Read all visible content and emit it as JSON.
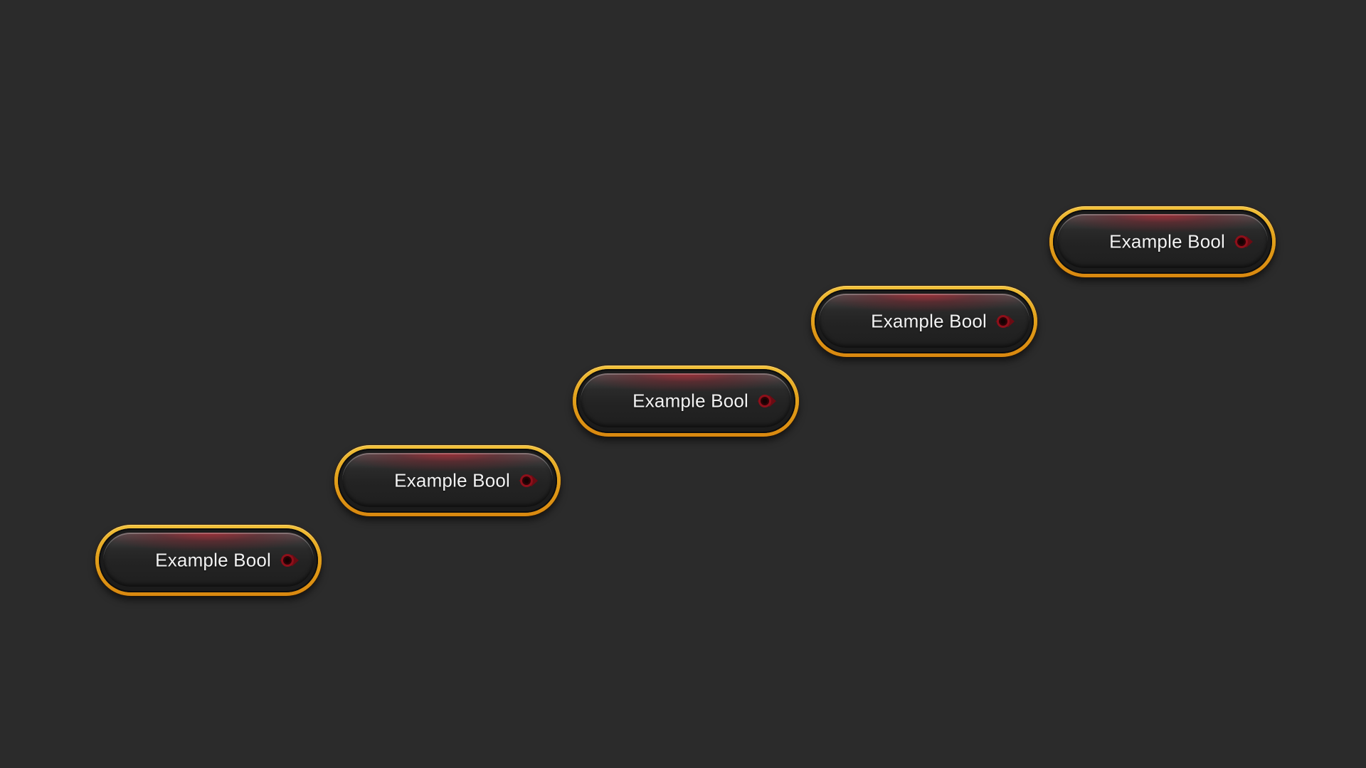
{
  "graph": {
    "background_color": "#2b2b2b",
    "nodes": [
      {
        "label": "Example Bool",
        "pin_color": "#9a0f1a",
        "pin_icon": "bool-output-pin-icon"
      },
      {
        "label": "Example Bool",
        "pin_color": "#9a0f1a",
        "pin_icon": "bool-output-pin-icon"
      },
      {
        "label": "Example Bool",
        "pin_color": "#9a0f1a",
        "pin_icon": "bool-output-pin-icon"
      },
      {
        "label": "Example Bool",
        "pin_color": "#9a0f1a",
        "pin_icon": "bool-output-pin-icon"
      },
      {
        "label": "Example Bool",
        "pin_color": "#9a0f1a",
        "pin_icon": "bool-output-pin-icon"
      }
    ],
    "node_border_color": "#e2a11b"
  }
}
